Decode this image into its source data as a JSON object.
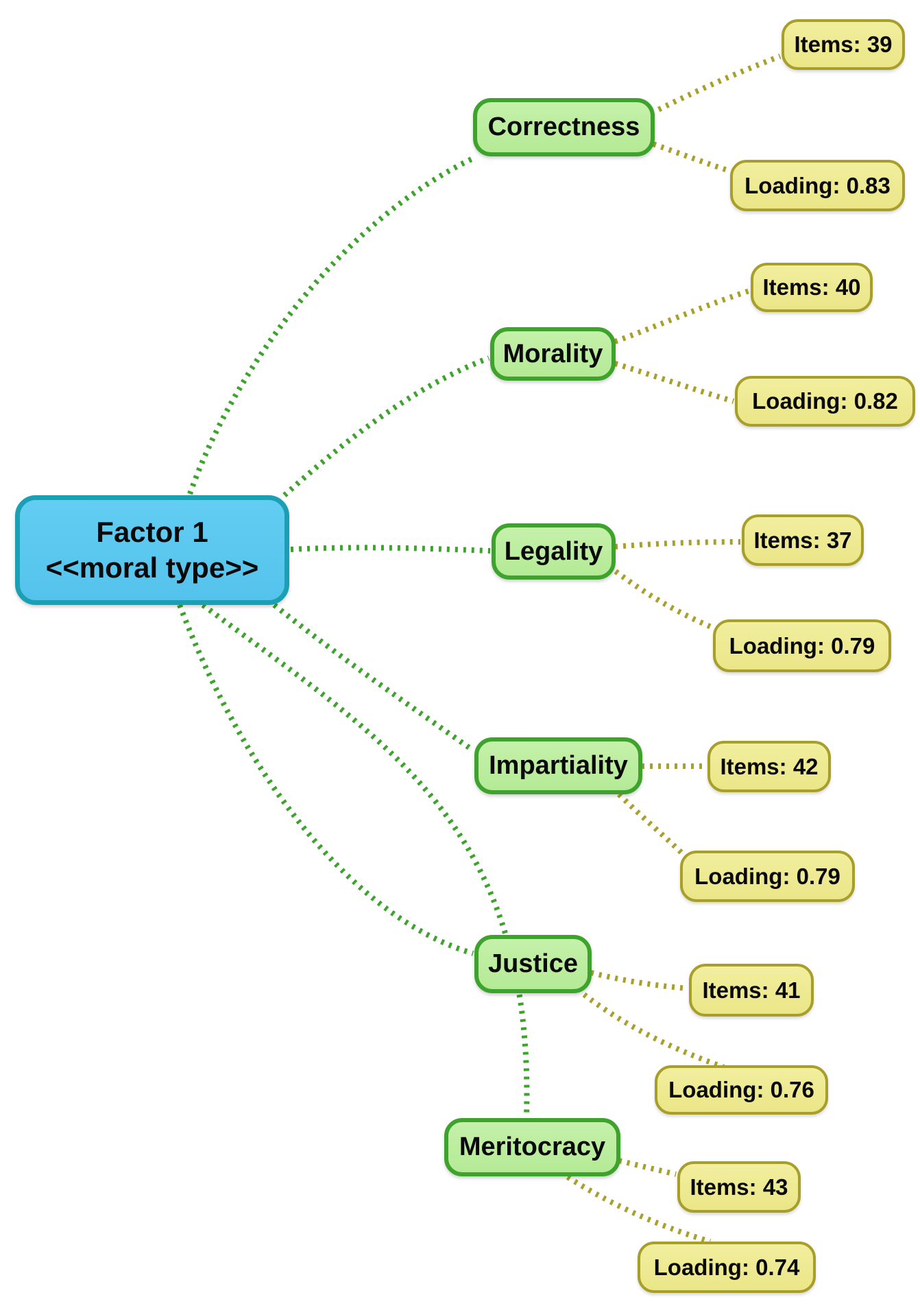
{
  "factor": {
    "line1": "Factor 1",
    "line2": "<<moral type>>"
  },
  "concepts": [
    {
      "label": "Correctness",
      "items": "Items: 39",
      "loading": "Loading: 0.83"
    },
    {
      "label": "Morality",
      "items": "Items: 40",
      "loading": "Loading: 0.82"
    },
    {
      "label": "Legality",
      "items": "Items: 37",
      "loading": "Loading: 0.79"
    },
    {
      "label": "Impartiality",
      "items": "Items: 42",
      "loading": "Loading: 0.79"
    },
    {
      "label": "Justice",
      "items": "Items: 41",
      "loading": "Loading: 0.76"
    },
    {
      "label": "Meritocracy",
      "items": "Items: 43",
      "loading": "Loading: 0.74"
    }
  ],
  "colors": {
    "factor_fill": "#57c6ee",
    "factor_border": "#1b9fb4",
    "concept_fill": "#bcee9e",
    "concept_border": "#3da32c",
    "attribute_fill": "#eeea90",
    "attribute_border": "#a79f2a",
    "edge_factor": "#3da32c",
    "edge_attribute": "#a8a02b"
  }
}
